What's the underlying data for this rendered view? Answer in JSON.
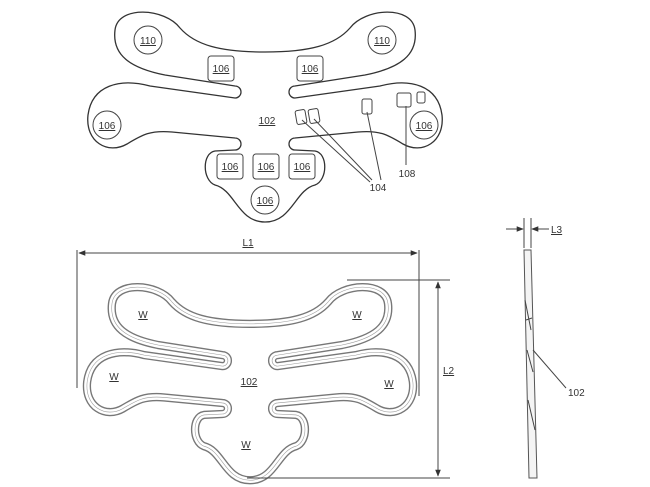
{
  "top_figure": {
    "body_label": "102",
    "lobe_labels": [
      "110",
      "110",
      "106",
      "106",
      "106"
    ],
    "pad_labels": [
      "106",
      "106",
      "106",
      "106",
      "106"
    ],
    "callouts": [
      "104",
      "108"
    ]
  },
  "bottom_figure": {
    "body_label": "102",
    "region_labels": [
      "W",
      "W",
      "W",
      "W",
      "W"
    ],
    "dimensions": {
      "width": "L1",
      "height": "L2"
    }
  },
  "side_view": {
    "thickness": "L3",
    "callout": "102"
  }
}
